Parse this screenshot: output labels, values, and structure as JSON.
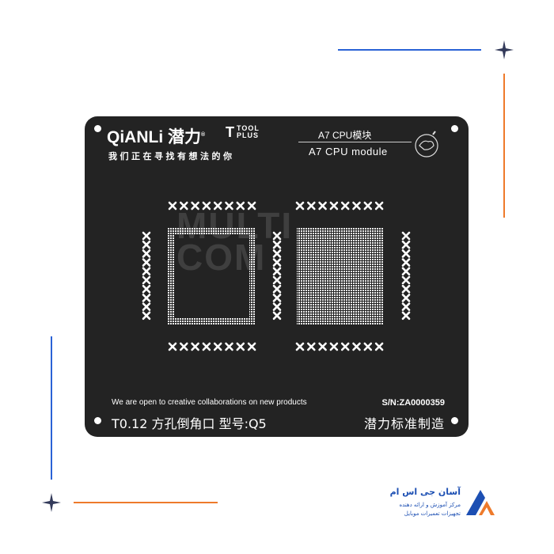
{
  "board": {
    "brand": "QiANLi 潜力",
    "registered": "®",
    "tool_plus": [
      "TOOL",
      "PLUS"
    ],
    "slogan": "我们正在寻找有想法的你",
    "module_cn": "A7 CPU模块",
    "module_en": "A7 CPU module",
    "footer_note": "We are open to creative collaborations on new products",
    "serial": "S/N:ZA0000359",
    "spec": "T0.12 方孔倒角口  型号:Q5",
    "maker": "潜力标准制造",
    "watermark": [
      "MULTI",
      "COM"
    ]
  },
  "seller_logo": {
    "name": "آسان جی اس ام",
    "tagline1": "مرکز آموزش و ارائه دهنده",
    "tagline2": "تجهیزات تعمیرات موبایل"
  },
  "colors": {
    "board": "#232323",
    "accent_blue": "#2a62d6",
    "accent_orange": "#ee7a2b"
  }
}
